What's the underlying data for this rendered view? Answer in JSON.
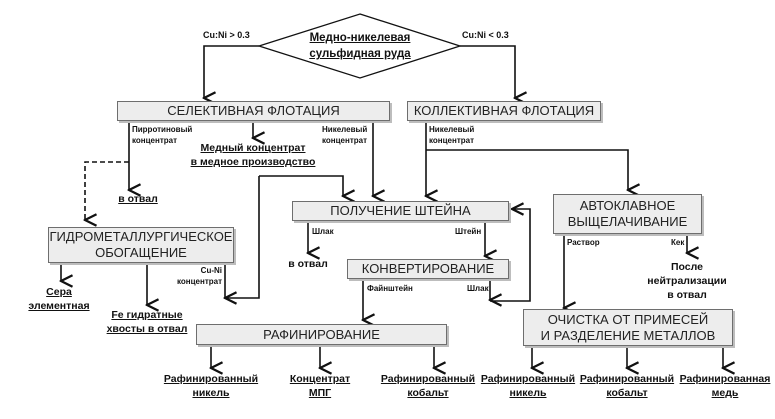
{
  "start": {
    "line1": "Медно-никелевая",
    "line2": "сульфидная руда",
    "cond_left": "Cu:Ni > 0.3",
    "cond_right": "Cu:Ni < 0.3"
  },
  "boxes": {
    "selective": "СЕЛЕКТИВНАЯ ФЛОТАЦИЯ",
    "collective": "КОЛЛЕКТИВНАЯ ФЛОТАЦИЯ",
    "matte": "ПОЛУЧЕНИЕ ШТЕЙНА",
    "autoclave_1": "АВТОКЛАВНОЕ",
    "autoclave_2": "ВЫЩЕЛАЧИВАНИЕ",
    "hydro_1": "ГИДРОМЕТАЛЛУРГИЧЕСКОЕ",
    "hydro_2": "ОБОГАЩЕНИЕ",
    "converting": "КОНВЕРТИРОВАНИЕ",
    "refining": "РАФИНИРОВАНИЕ",
    "purification_1": "ОЧИСТКА ОТ ПРИМЕСЕЙ",
    "purification_2": "И РАЗДЕЛЕНИЕ МЕТАЛЛОВ"
  },
  "labels": {
    "pyrrhotite_1": "Пирротиновый",
    "pyrrhotite_2": "концентрат",
    "nickel_sel_1": "Никелевый",
    "nickel_sel_2": "концентрат",
    "nickel_col_1": "Никелевый",
    "nickel_col_2": "концентрат",
    "cuni_1": "Cu-Ni",
    "cuni_2": "концентрат",
    "slag_matte": "Шлак",
    "matte": "Штейн",
    "fainshtein": "Файнштейн",
    "slag_conv": "Шлак",
    "solution": "Раствор",
    "cake": "Кек"
  },
  "outputs": {
    "copper_conc_1": "Медный концентрат",
    "copper_conc_2": "в медное производство",
    "dump_1": "в отвал",
    "dump_2": "в отвал",
    "sulfur_1": "Сера",
    "sulfur_2": "элементная",
    "fe_1": "Fe гидратные",
    "fe_2": "хвосты в отвал",
    "neutral_1": "После",
    "neutral_2": "нейтрализации",
    "neutral_3": "в отвал",
    "ref_ni_1": "Рафинированный",
    "ref_ni_2": "никель",
    "pgm_1": "Концентрат",
    "pgm_2": "МПГ",
    "ref_co_1": "Рафинированный",
    "ref_co_2": "кобальт",
    "ref_ni2_1": "Рафинированный",
    "ref_ni2_2": "никель",
    "ref_co2_1": "Рафинированный",
    "ref_co2_2": "кобальт",
    "ref_cu_1": "Рафинированная",
    "ref_cu_2": "медь"
  }
}
